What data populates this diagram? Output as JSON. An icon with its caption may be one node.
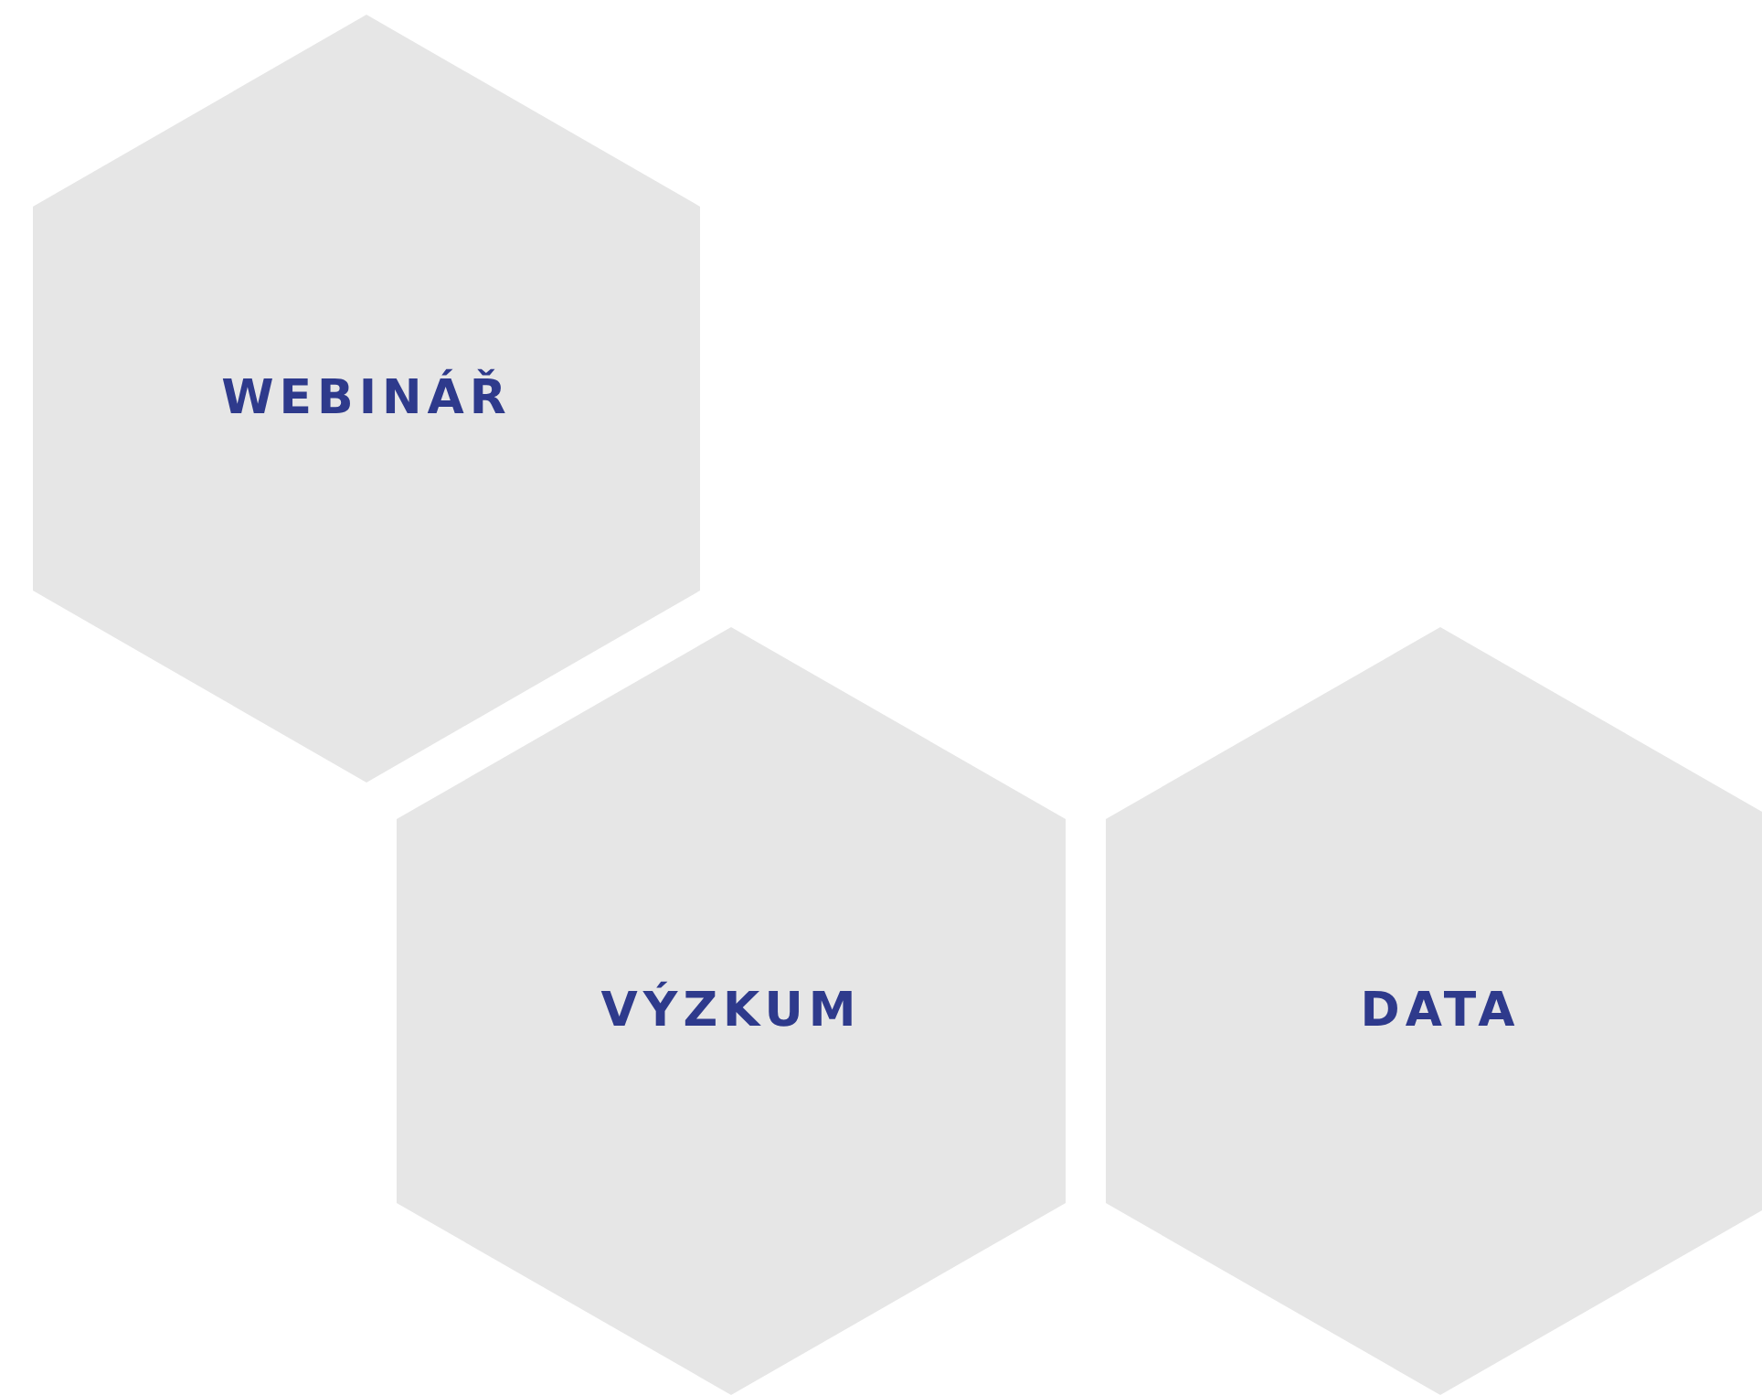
{
  "diagram": {
    "nodes": [
      {
        "text": [
          "WEBINÁŘ"
        ]
      },
      {
        "text": [
          "VÝZKUM"
        ]
      },
      {
        "text": [
          "DATA"
        ]
      }
    ]
  }
}
